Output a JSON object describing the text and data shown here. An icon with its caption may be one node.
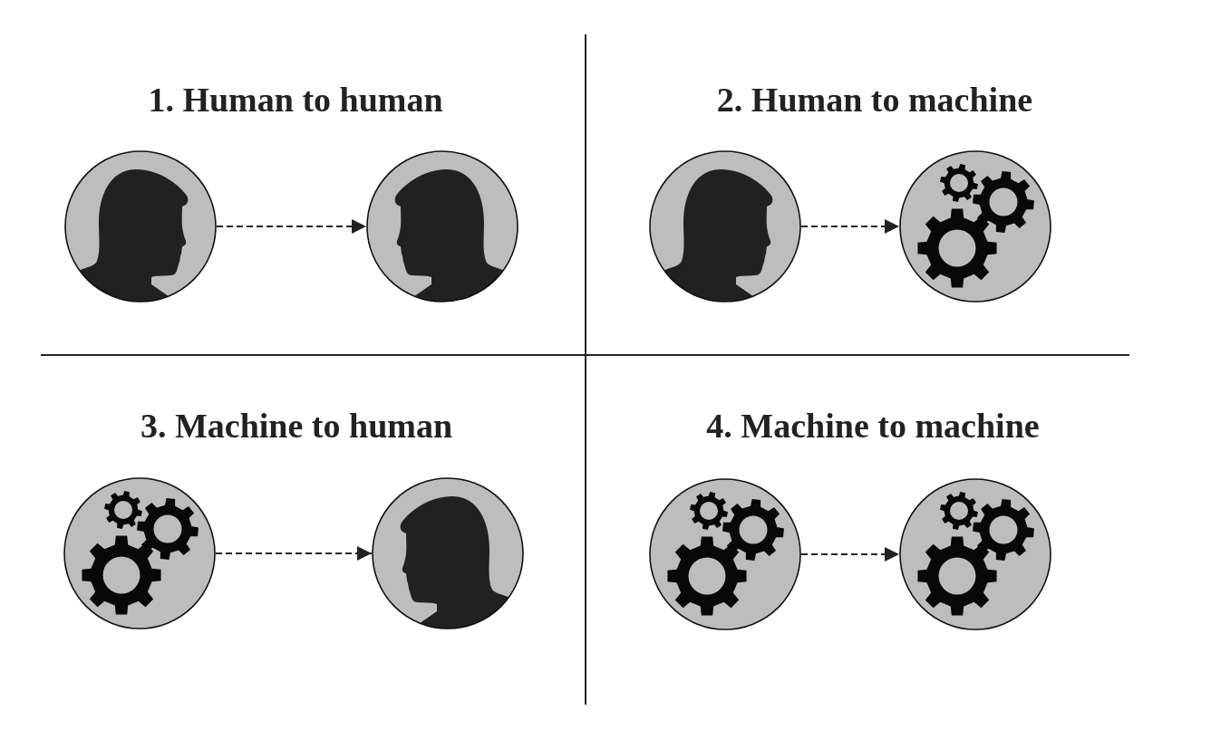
{
  "diagram": {
    "nodes": [
      {
        "text": [],
        "shape": "person"
      },
      {
        "text": [],
        "shape": "person"
      },
      {
        "text": [],
        "shape": "person"
      },
      {
        "text": [],
        "shape": "gears"
      },
      {
        "text": [],
        "shape": "gears"
      },
      {
        "text": [],
        "shape": "person"
      },
      {
        "text": [],
        "shape": "gears"
      },
      {
        "text": [],
        "shape": "gears"
      }
    ],
    "edges": [
      {
        "from": 0,
        "to": 1,
        "arrow": "to",
        "style": "dashed"
      },
      {
        "from": 2,
        "to": 3,
        "arrow": "to",
        "style": "dashed"
      },
      {
        "from": 4,
        "to": 5,
        "arrow": "to",
        "style": "dashed"
      },
      {
        "from": 6,
        "to": 7,
        "arrow": "to",
        "style": "dashed"
      }
    ],
    "labels": [
      "1. Human to human",
      "2. Human to machine",
      "3. Machine to human",
      "4. Machine to machine"
    ]
  }
}
